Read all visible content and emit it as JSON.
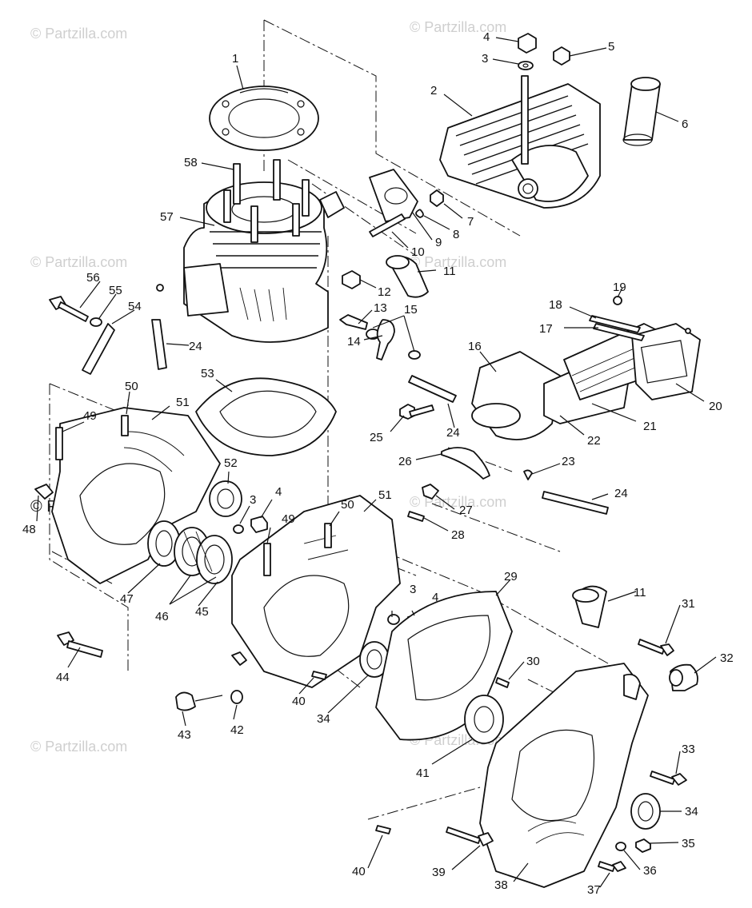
{
  "watermarks": {
    "text": "© Partzilla.com"
  },
  "callouts": [
    {
      "id": "c1",
      "text": "1"
    },
    {
      "id": "c2",
      "text": "2"
    },
    {
      "id": "c3a",
      "text": "3"
    },
    {
      "id": "c4a",
      "text": "4"
    },
    {
      "id": "c5",
      "text": "5"
    },
    {
      "id": "c6",
      "text": "6"
    },
    {
      "id": "c7",
      "text": "7"
    },
    {
      "id": "c8",
      "text": "8"
    },
    {
      "id": "c9",
      "text": "9"
    },
    {
      "id": "c10",
      "text": "10"
    },
    {
      "id": "c11a",
      "text": "11"
    },
    {
      "id": "c12",
      "text": "12"
    },
    {
      "id": "c13",
      "text": "13"
    },
    {
      "id": "c14",
      "text": "14"
    },
    {
      "id": "c15",
      "text": "15"
    },
    {
      "id": "c16",
      "text": "16"
    },
    {
      "id": "c17",
      "text": "17"
    },
    {
      "id": "c18",
      "text": "18"
    },
    {
      "id": "c19",
      "text": "19"
    },
    {
      "id": "c20",
      "text": "20"
    },
    {
      "id": "c21",
      "text": "21"
    },
    {
      "id": "c22",
      "text": "22"
    },
    {
      "id": "c23",
      "text": "23"
    },
    {
      "id": "c24a",
      "text": "24"
    },
    {
      "id": "c24b",
      "text": "24"
    },
    {
      "id": "c24c",
      "text": "24"
    },
    {
      "id": "c25",
      "text": "25"
    },
    {
      "id": "c26",
      "text": "26"
    },
    {
      "id": "c27",
      "text": "27"
    },
    {
      "id": "c28",
      "text": "28"
    },
    {
      "id": "c29",
      "text": "29"
    },
    {
      "id": "c30",
      "text": "30"
    },
    {
      "id": "c31",
      "text": "31"
    },
    {
      "id": "c32",
      "text": "32"
    },
    {
      "id": "c33",
      "text": "33"
    },
    {
      "id": "c34a",
      "text": "34"
    },
    {
      "id": "c34b",
      "text": "34"
    },
    {
      "id": "c35",
      "text": "35"
    },
    {
      "id": "c36",
      "text": "36"
    },
    {
      "id": "c37",
      "text": "37"
    },
    {
      "id": "c38",
      "text": "38"
    },
    {
      "id": "c39",
      "text": "39"
    },
    {
      "id": "c40a",
      "text": "40"
    },
    {
      "id": "c40b",
      "text": "40"
    },
    {
      "id": "c41",
      "text": "41"
    },
    {
      "id": "c42",
      "text": "42"
    },
    {
      "id": "c43",
      "text": "43"
    },
    {
      "id": "c44",
      "text": "44"
    },
    {
      "id": "c45",
      "text": "45"
    },
    {
      "id": "c46",
      "text": "46"
    },
    {
      "id": "c47",
      "text": "47"
    },
    {
      "id": "c48",
      "text": "48"
    },
    {
      "id": "c49a",
      "text": "49"
    },
    {
      "id": "c49b",
      "text": "49"
    },
    {
      "id": "c50a",
      "text": "50"
    },
    {
      "id": "c50b",
      "text": "50"
    },
    {
      "id": "c51a",
      "text": "51"
    },
    {
      "id": "c51b",
      "text": "51"
    },
    {
      "id": "c52",
      "text": "52"
    },
    {
      "id": "c53",
      "text": "53"
    },
    {
      "id": "c54",
      "text": "54"
    },
    {
      "id": "c55",
      "text": "55"
    },
    {
      "id": "c56",
      "text": "56"
    },
    {
      "id": "c57",
      "text": "57"
    },
    {
      "id": "c58",
      "text": "58"
    },
    {
      "id": "c3b",
      "text": "3"
    },
    {
      "id": "c4b",
      "text": "4"
    },
    {
      "id": "c3c",
      "text": "3"
    },
    {
      "id": "c4c",
      "text": "4"
    },
    {
      "id": "c11b",
      "text": "11"
    }
  ]
}
